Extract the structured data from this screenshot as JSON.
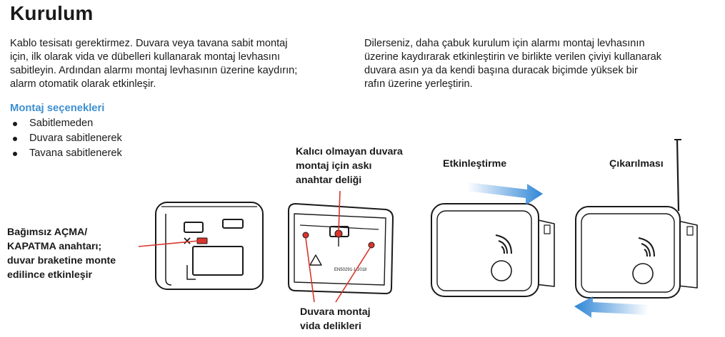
{
  "title": "Kurulum",
  "intro_left": [
    "Kablo tesisatı gerektirmez. Duvara veya tavana sabit montaj",
    "için, ilk olarak vida ve dübelleri kullanarak montaj levhasını",
    "sabitleyin. Ardından alarmı montaj levhasının üzerine kaydırın;",
    "alarm otomatik olarak etkinleşir."
  ],
  "intro_right": [
    "Dilerseniz, daha çabuk kurulum için alarmı montaj levhasının",
    "üzerine kaydırarak etkinleştirin ve birlikte verilen çiviyi kullanarak",
    "duvara asın ya da kendi başına duracak biçimde yüksek bir",
    "rafın üzerine yerleştirin."
  ],
  "mounting": {
    "heading": "Montaj seçenekleri",
    "options": [
      "Sabitlemeden",
      "Duvara sabitlenerek",
      "Tavana sabitlenerek"
    ]
  },
  "callouts": {
    "switch": [
      "Bağımsız AÇMA/",
      "KAPATMA anahtarı;",
      "duvar braketine monte",
      "edilince etkinleşir"
    ],
    "keyhole": [
      "Kalıcı olmayan duvara",
      "montaj için askı",
      "anahtar deliği"
    ],
    "screw_holes": [
      "Duvara montaj",
      "vida delikleri"
    ],
    "activation": "Etkinleştirme",
    "removal": "Çıkarılması"
  },
  "plate_marking": "EN50291-1:2018",
  "colors": {
    "heading_blue": "#3d8fd1",
    "callout_red": "#d9352c",
    "arrow_blue": "#2f86d6"
  }
}
